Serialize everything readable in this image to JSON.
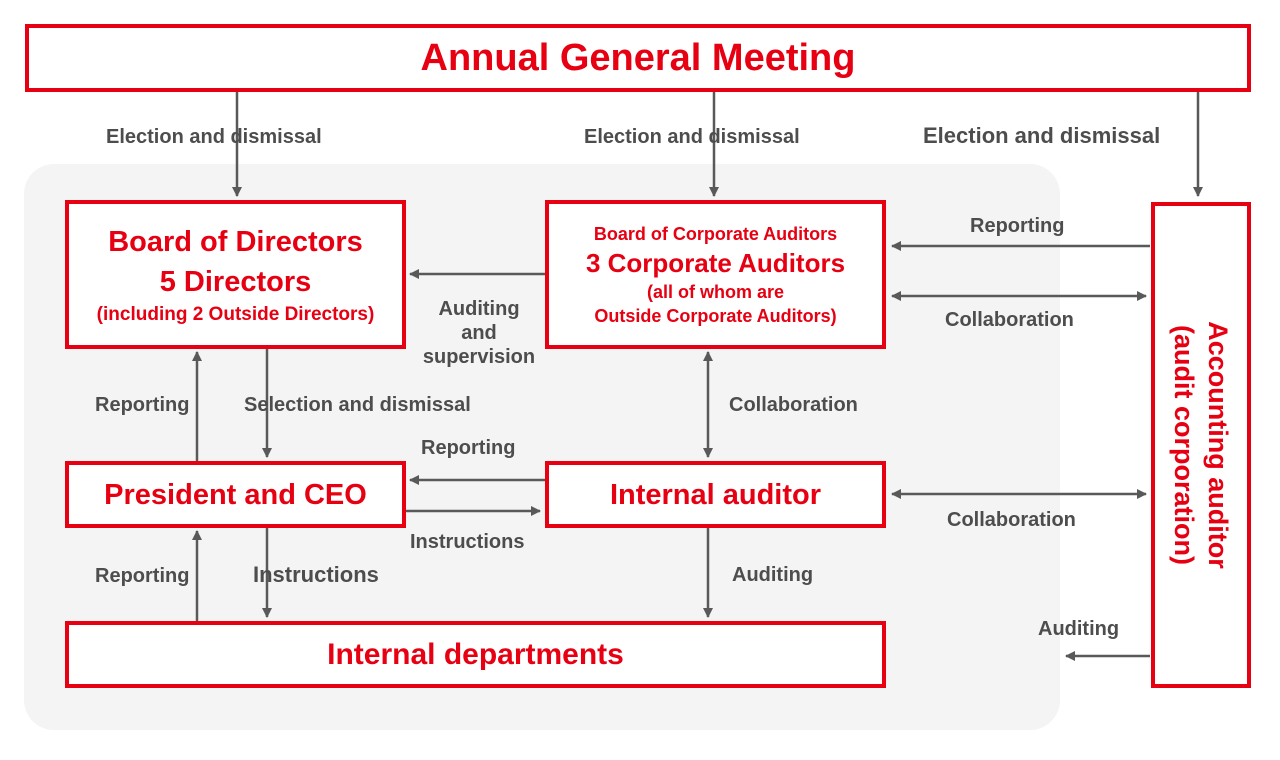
{
  "boxes": {
    "agm": "Annual General Meeting",
    "board_directors": {
      "line1": "Board of Directors",
      "line2": "5 Directors",
      "line3": "(including 2 Outside Directors)"
    },
    "board_auditors": {
      "line1": "Board of Corporate Auditors",
      "line2": "3 Corporate Auditors",
      "line3": "(all of whom are",
      "line4": "Outside Corporate Auditors)"
    },
    "president": "President and CEO",
    "internal_auditor": "Internal auditor",
    "internal_departments": "Internal departments",
    "accounting_auditor": {
      "line1": "Accounting auditor",
      "line2": "(audit corporation)"
    }
  },
  "labels": {
    "election_1": "Election and dismissal",
    "election_2": "Election and dismissal",
    "election_3": "Election and dismissal",
    "reporting_aa_to_bca": "Reporting",
    "collab_bca_aa": "Collaboration",
    "auditing_supervision_1": "Auditing",
    "auditing_supervision_2": "and",
    "auditing_supervision_3": "supervision",
    "reporting_ceo_to_bod": "Reporting",
    "selection_dismissal": "Selection and dismissal",
    "collab_bca_ia": "Collaboration",
    "reporting_ia_to_ceo": "Reporting",
    "instructions_ceo_to_ia": "Instructions",
    "collab_ia_aa": "Collaboration",
    "reporting_dept_to_ceo": "Reporting",
    "instructions_ceo_to_dept": "Instructions",
    "auditing_ia_to_dept": "Auditing",
    "auditing_aa": "Auditing"
  },
  "colors": {
    "accent": "#e60012",
    "arrow": "#595959",
    "label": "#4d4d4d",
    "group_background": "#f4f4f4"
  }
}
